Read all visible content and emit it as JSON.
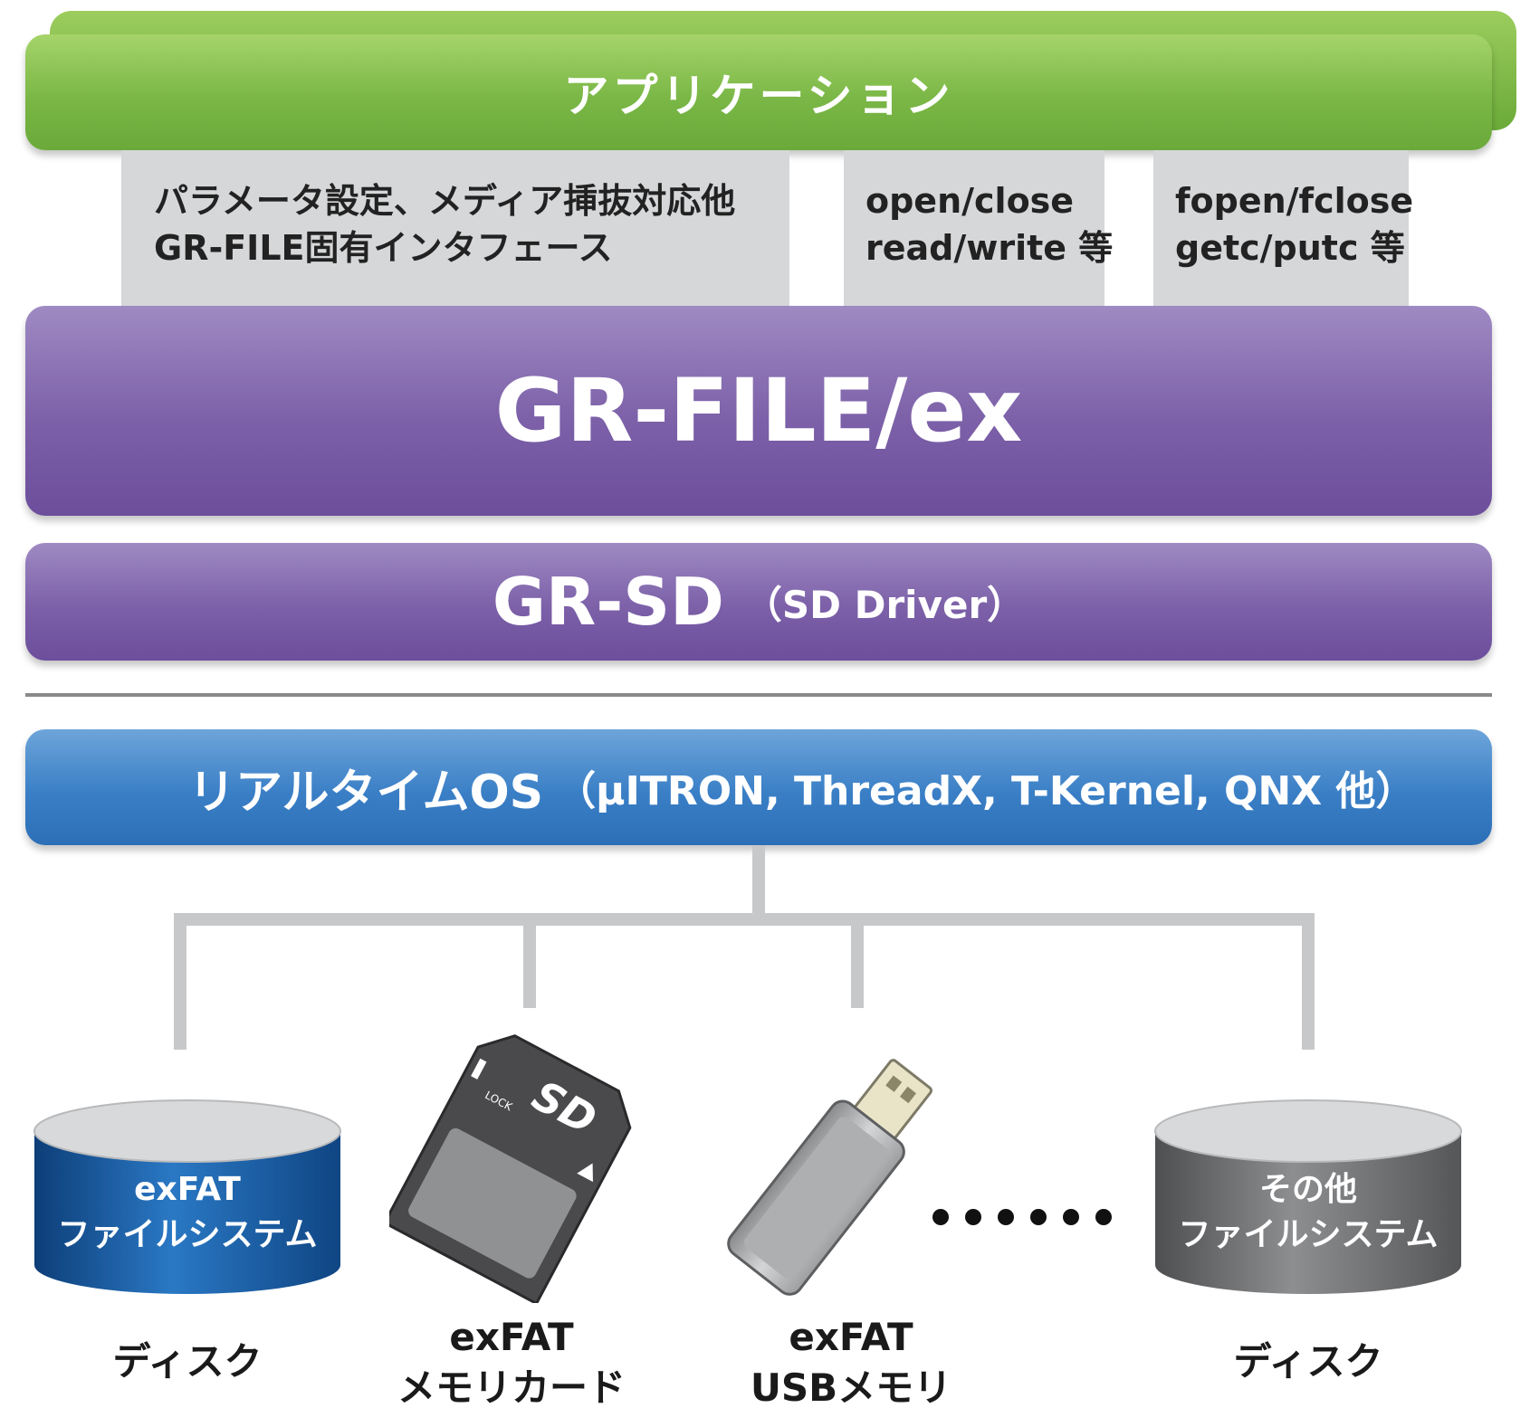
{
  "application": {
    "label": "アプリケーション"
  },
  "interfaces": [
    {
      "lines": [
        "パラメータ設定、メディア挿抜対応他",
        "GR-FILE固有インタフェース"
      ]
    },
    {
      "lines": [
        "open/close",
        "read/write 等"
      ]
    },
    {
      "lines": [
        "fopen/fclose",
        "getc/putc 等"
      ]
    }
  ],
  "grfile": {
    "label": "GR-FILE/ex"
  },
  "grsd": {
    "label": "GR-SD",
    "sub": "（SD Driver）"
  },
  "rtos": {
    "label": "リアルタイムOS",
    "sub": "（μITRON, ThreadX, T-Kernel, QNX 他）"
  },
  "devices": [
    {
      "icon": "exfat-disk-icon",
      "icon_lines": [
        "exFAT",
        "ファイルシステム"
      ],
      "caption_lines": [
        "ディスク"
      ]
    },
    {
      "icon": "sd-card-icon",
      "icon_text": "LOCK",
      "caption_lines": [
        "exFAT",
        "メモリカード"
      ]
    },
    {
      "icon": "usb-memory-icon",
      "caption_lines": [
        "exFAT",
        "USBメモリ"
      ]
    },
    {
      "icon": "other-disk-icon",
      "icon_lines": [
        "その他",
        "ファイルシステム"
      ],
      "caption_lines": [
        "ディスク"
      ]
    }
  ],
  "colors": {
    "application": "#7ab746",
    "interface": "#d6d7d9",
    "grfile": "#7c60a8",
    "rtos": "#3a7fc6",
    "connector": "#c7c8ca",
    "exfat_disk": "#1f5fa0",
    "other_disk": "#6f7072"
  }
}
